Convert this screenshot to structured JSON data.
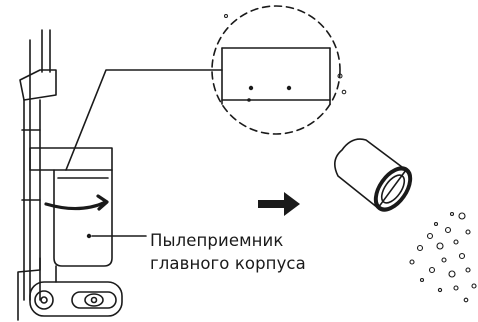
{
  "callout": {
    "line1": "Пылеприемник",
    "line2": "главного корпуса"
  },
  "icons": [
    "vacuum-body",
    "magnifier-detail",
    "arrow-right",
    "dust-bin-cylinder",
    "dust-particles"
  ],
  "colors": {
    "ink": "#1a1a1a",
    "background": "#ffffff"
  }
}
